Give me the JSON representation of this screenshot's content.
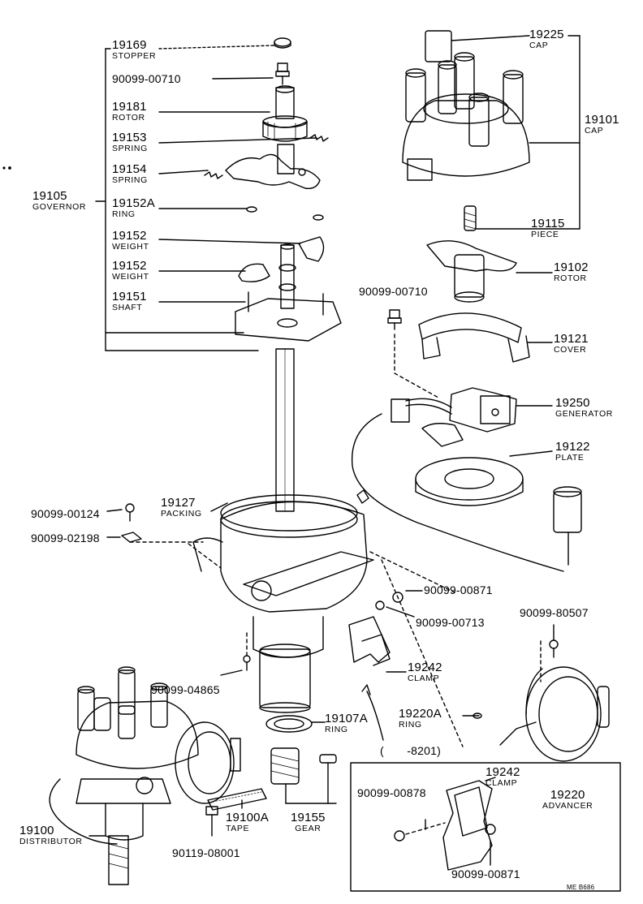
{
  "parts": {
    "p19169": {
      "num": "19169",
      "name": "STOPPER"
    },
    "p90099_00710a": {
      "num": "90099-00710"
    },
    "p19181": {
      "num": "19181",
      "name": "ROTOR"
    },
    "p19153": {
      "num": "19153",
      "name": "SPRING"
    },
    "p19154": {
      "num": "19154",
      "name": "SPRING"
    },
    "p19105": {
      "num": "19105",
      "name": "GOVERNOR"
    },
    "p19152A": {
      "num": "19152A",
      "name": "RING"
    },
    "p19152a": {
      "num": "19152",
      "name": "WEIGHT"
    },
    "p19152b": {
      "num": "19152",
      "name": "WEIGHT"
    },
    "p19151": {
      "num": "19151",
      "name": "SHAFT"
    },
    "p19225": {
      "num": "19225",
      "name": "CAP"
    },
    "p19101": {
      "num": "19101",
      "name": "CAP"
    },
    "p19115": {
      "num": "19115",
      "name": "PIECE"
    },
    "p19102": {
      "num": "19102",
      "name": "ROTOR"
    },
    "p90099_00710b": {
      "num": "90099-00710"
    },
    "p19121": {
      "num": "19121",
      "name": "COVER"
    },
    "p19250": {
      "num": "19250",
      "name": "GENERATOR"
    },
    "p19122": {
      "num": "19122",
      "name": "PLATE"
    },
    "p19127": {
      "num": "19127",
      "name": "PACKING"
    },
    "p90099_00124": {
      "num": "90099-00124"
    },
    "p90099_02198": {
      "num": "90099-02198"
    },
    "p90099_00871a": {
      "num": "90099-00871"
    },
    "p90099_00713": {
      "num": "90099-00713"
    },
    "p90099_80507": {
      "num": "90099-80507"
    },
    "p19242a": {
      "num": "19242",
      "name": "CLAMP"
    },
    "p90099_04865": {
      "num": "90099-04865"
    },
    "p19107A": {
      "num": "19107A",
      "name": "RING"
    },
    "p19220A": {
      "num": "19220A",
      "name": "RING"
    },
    "p19220": {
      "num": "19220",
      "name": "ADVANCER"
    },
    "p19100": {
      "num": "19100",
      "name": "DISTRIBUTOR"
    },
    "p19100A": {
      "num": "19100A",
      "name": "TAPE"
    },
    "p19155": {
      "num": "19155",
      "name": "GEAR"
    },
    "p90119_08001": {
      "num": "90119-08001"
    },
    "p19242b": {
      "num": "19242",
      "name": "CLAMP"
    },
    "p90099_00878": {
      "num": "90099-00878"
    },
    "p90099_00871b": {
      "num": "90099-00871"
    }
  },
  "inset": {
    "range": "(  -8201)"
  },
  "code": "ME  B686"
}
